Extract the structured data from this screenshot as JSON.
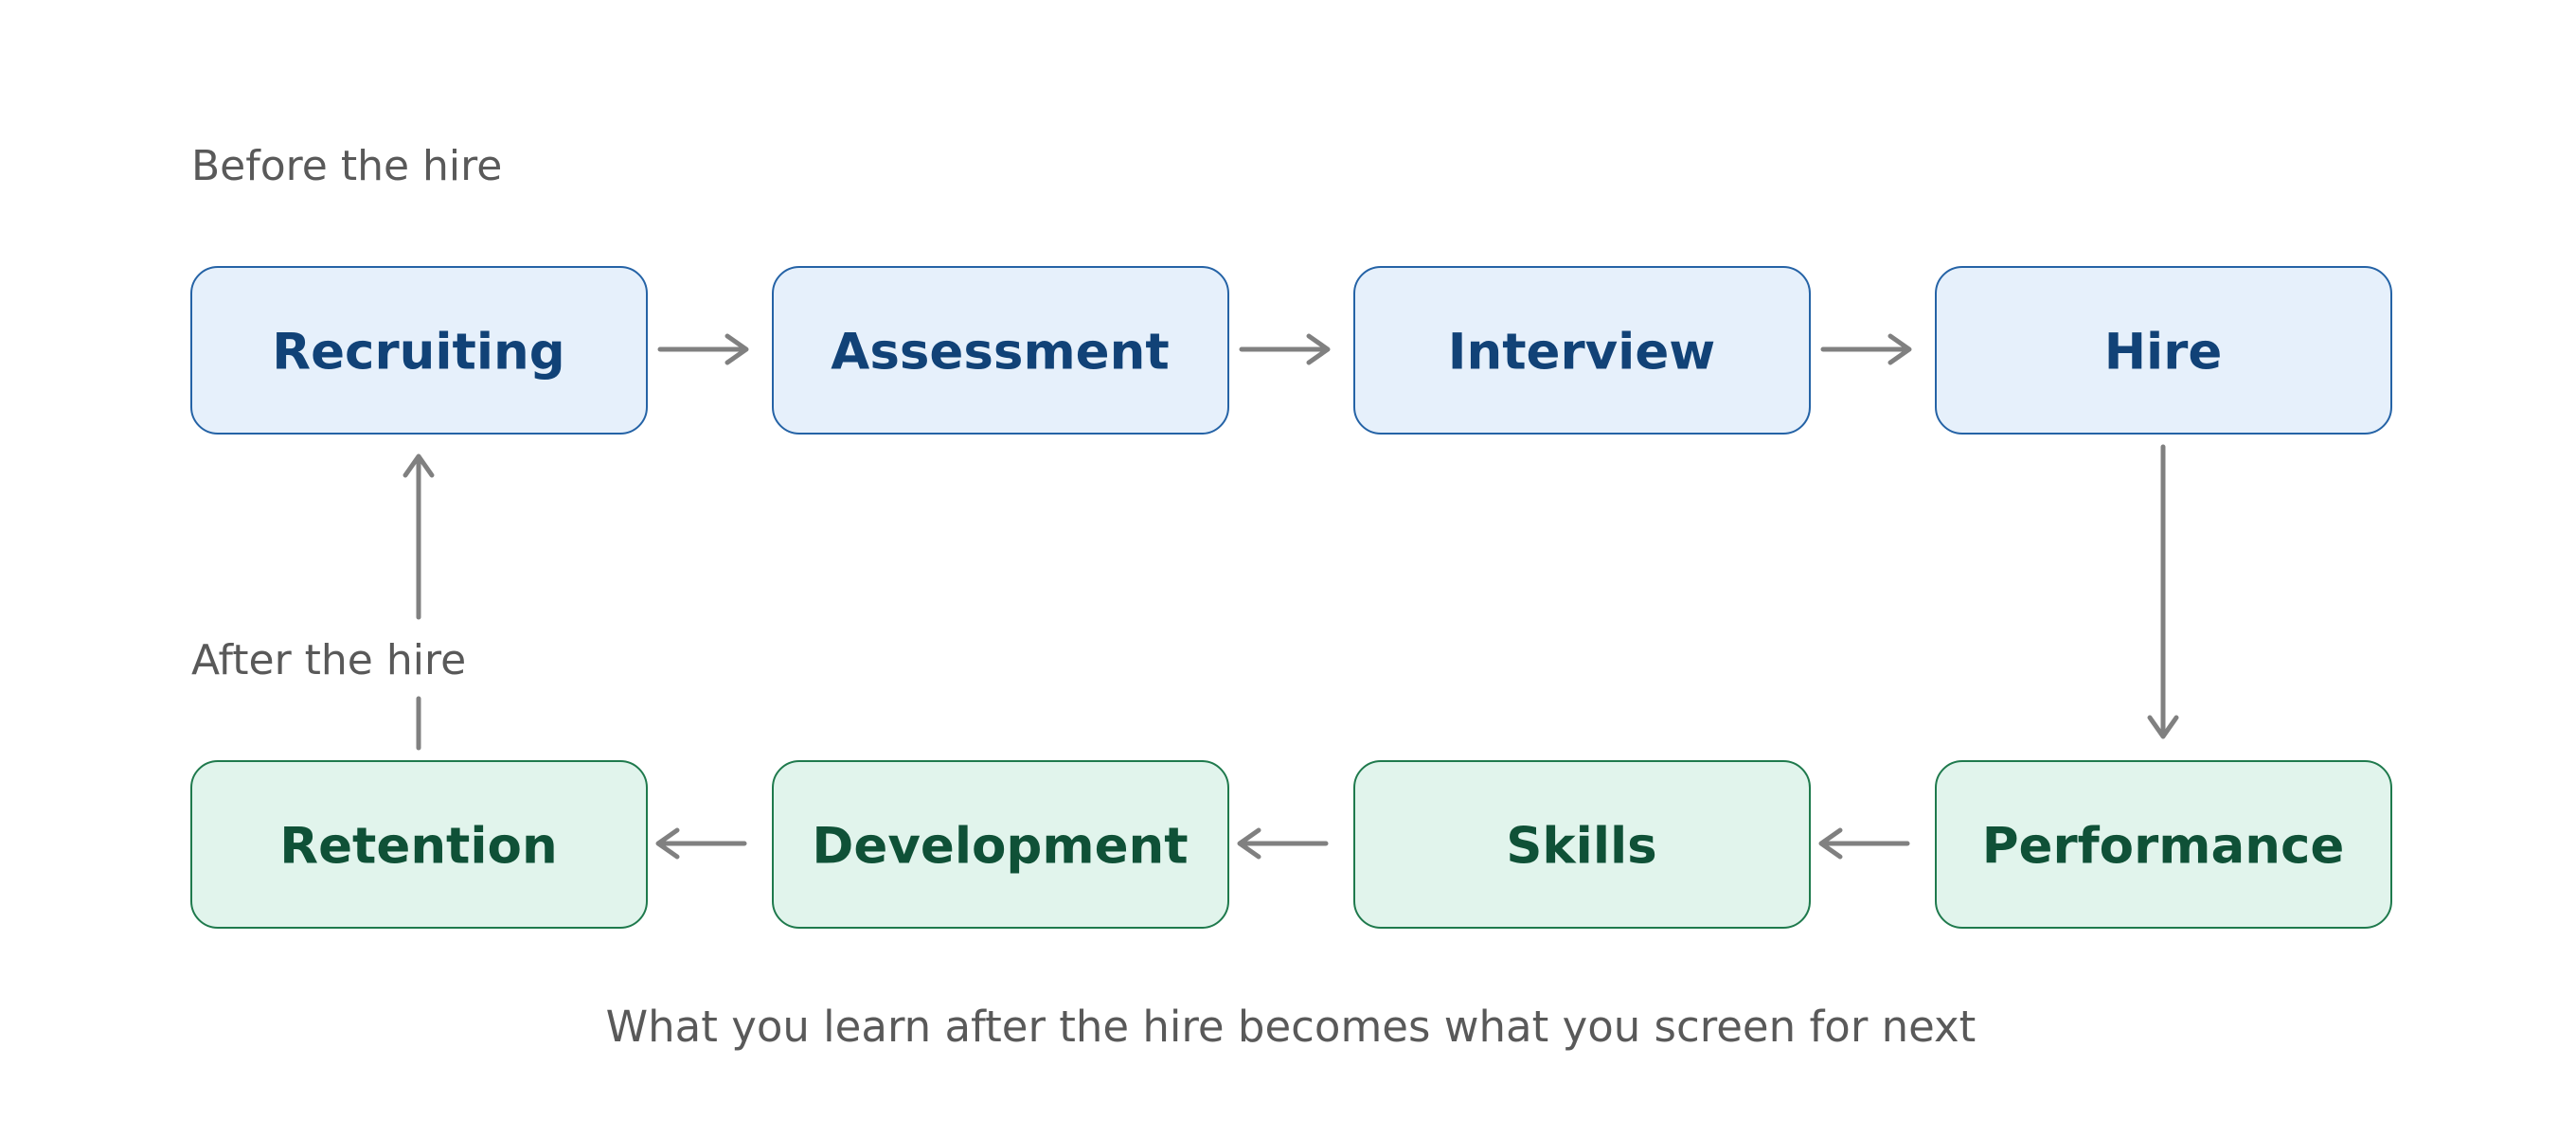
{
  "labels": {
    "before": "Before the hire",
    "after": "After the hire",
    "footer": "What you learn after the hire becomes what you screen for next"
  },
  "colors": {
    "pre_fill": "#e6f0fb",
    "pre_stroke": "#2563a6",
    "pre_text": "#114277",
    "post_fill": "#e1f4ec",
    "post_stroke": "#1f7a4d",
    "post_text": "#0f5137",
    "arrow": "#808080",
    "caption": "#595959"
  },
  "nodes": {
    "recruiting": "Recruiting",
    "assessment": "Assessment",
    "interview": "Interview",
    "hire": "Hire",
    "performance": "Performance",
    "skills": "Skills",
    "development": "Development",
    "retention": "Retention"
  },
  "edges": [
    [
      "recruiting",
      "assessment"
    ],
    [
      "assessment",
      "interview"
    ],
    [
      "interview",
      "hire"
    ],
    [
      "hire",
      "performance"
    ],
    [
      "performance",
      "skills"
    ],
    [
      "skills",
      "development"
    ],
    [
      "development",
      "retention"
    ],
    [
      "retention",
      "recruiting"
    ]
  ]
}
